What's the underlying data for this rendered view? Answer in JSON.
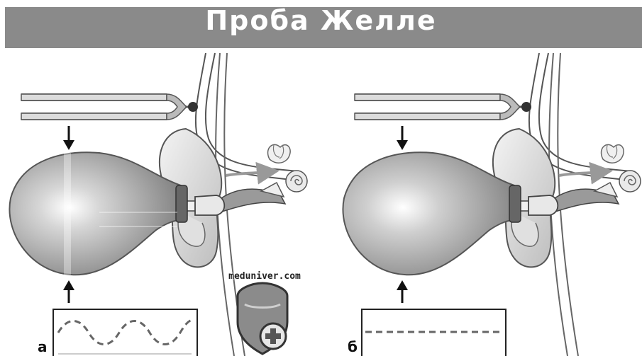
{
  "header": {
    "title": "Проба Желле"
  },
  "panels": [
    {
      "label": "а",
      "trace": "wave"
    },
    {
      "label": "б",
      "trace": "flat"
    }
  ],
  "watermark": {
    "text": "meduniver.com"
  }
}
